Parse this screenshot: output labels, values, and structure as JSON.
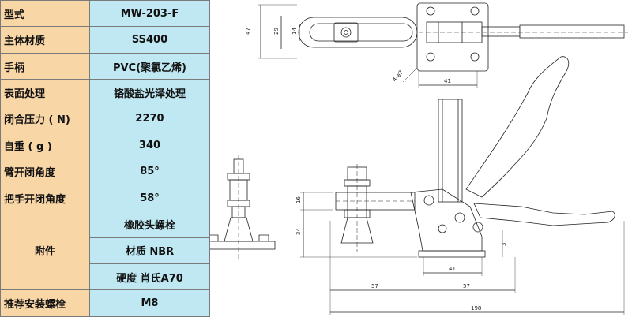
{
  "spec_table": {
    "rows": [
      {
        "label": "型式",
        "value": "MW-203-F"
      },
      {
        "label": "主体材质",
        "value": "SS400"
      },
      {
        "label": "手柄",
        "value": "PVC(聚氯乙烯)"
      },
      {
        "label": "表面处理",
        "value": "铬酸盐光泽处理"
      },
      {
        "label": "闭合压力 ( N)",
        "value": "2270"
      },
      {
        "label": "自重 ( g )",
        "value": "340"
      },
      {
        "label": "臂开闭角度",
        "value": "85°"
      },
      {
        "label": "把手开闭角度",
        "value": "58°"
      }
    ],
    "accessory": {
      "label": "附件",
      "values": [
        "橡胶头螺栓",
        "材质 NBR",
        "硬度 肖氏A70"
      ]
    },
    "bolt": {
      "label": "推荐安装螺栓",
      "value": "M8"
    }
  },
  "drawing": {
    "dims": {
      "top_47": "47",
      "top_29": "29",
      "top_14": "14",
      "top_41": "41",
      "hole": "4-φ7",
      "side_16": "16",
      "side_34": "34",
      "side_3": "3",
      "base_41": "41",
      "bottom_57a": "57",
      "bottom_57b": "57",
      "overall_198": "198"
    }
  }
}
